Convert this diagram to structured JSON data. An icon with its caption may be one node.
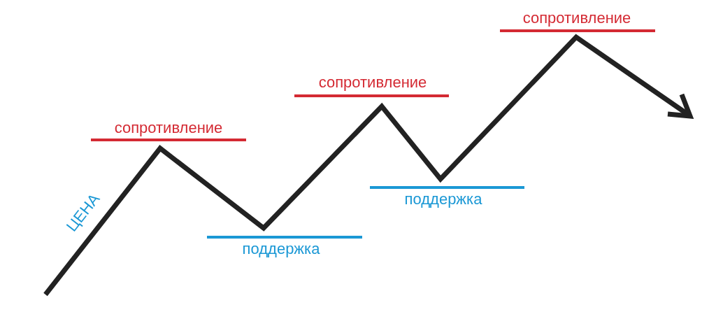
{
  "diagram": {
    "labels": [
      "ЦЕНА",
      "сопротивление",
      "поддержка",
      "сопротивление",
      "поддержка",
      "сопротивление"
    ]
  }
}
